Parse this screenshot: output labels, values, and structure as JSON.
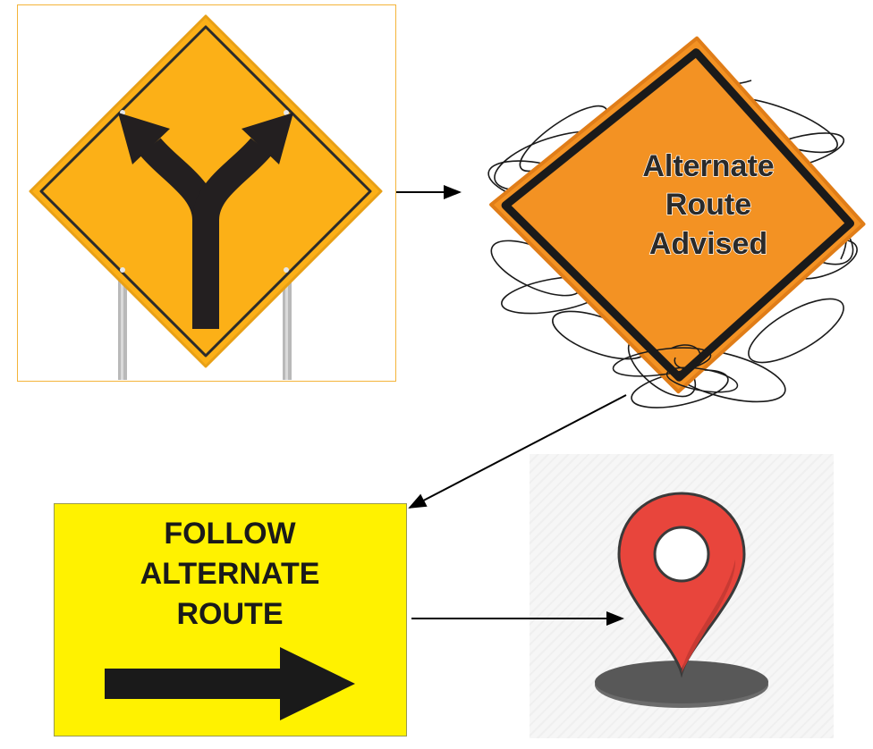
{
  "diagram": {
    "colors": {
      "warning_yellow": "#FCB017",
      "orange": "#F39223",
      "yellow": "#FFF200",
      "pin_red": "#E8453C",
      "black": "#111111"
    },
    "step1": {
      "icon": "fork-road-sign-icon"
    },
    "step2": {
      "icon": "alternate-route-advised-sign",
      "line1": "Alternate",
      "line2": "Route",
      "line3": "Advised"
    },
    "step3": {
      "icon": "follow-alternate-route-sign",
      "line1": "FOLLOW",
      "line2": "ALTERNATE",
      "line3": "ROUTE"
    },
    "step4": {
      "icon": "location-pin-icon"
    }
  }
}
